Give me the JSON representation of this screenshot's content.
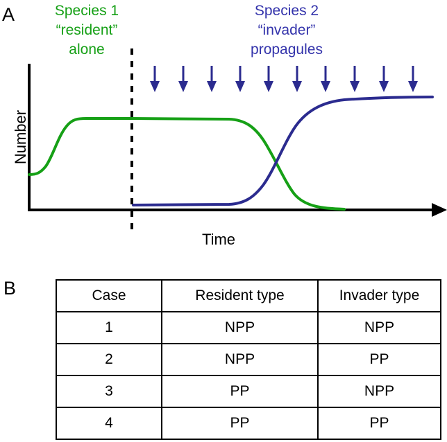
{
  "figure": {
    "panel_a_letter": "A",
    "panel_b_letter": "B"
  },
  "panel_a": {
    "species1_label": "Species 1\n“resident”\nalone",
    "species1_line1": "Species 1",
    "species1_line2": "“resident”",
    "species1_line3": "alone",
    "species2_line1": "Species 2",
    "species2_line2": "“invader”",
    "species2_line3": "propagules",
    "x_axis_label": "Time",
    "y_axis_label": "Number",
    "colors": {
      "resident_green": "#16a016",
      "invader_blue": "#2b2b8f",
      "label_blue": "#3333ab",
      "axis_black": "#000000"
    },
    "arrow_count": 10
  },
  "chart_data": {
    "type": "line",
    "title": "",
    "xlabel": "Time",
    "ylabel": "Number",
    "xlim": [
      0,
      100
    ],
    "ylim": [
      0,
      100
    ],
    "grid": false,
    "legend": "annotations",
    "annotations": [
      {
        "text": "Species 1 “resident” alone",
        "color": "#16a016",
        "region": "left of invasion line"
      },
      {
        "text": "Species 2 “invader” propagules",
        "color": "#3333ab",
        "region": "right of invasion line"
      },
      {
        "text": "invasion start (dashed vertical line)",
        "x": 25.5
      }
    ],
    "series": [
      {
        "name": "Species 1 (resident)",
        "color": "#16a016",
        "x": [
          0,
          3,
          7,
          11,
          15,
          20,
          25.5,
          35,
          45,
          55,
          60,
          65,
          70,
          75,
          80,
          85,
          90
        ],
        "y": [
          24,
          26,
          34,
          52,
          68,
          73,
          73,
          73,
          73,
          72,
          68,
          58,
          42,
          25,
          12,
          4,
          1
        ]
      },
      {
        "name": "Species 2 (invader)",
        "color": "#2b2b8f",
        "x": [
          25.5,
          35,
          45,
          50,
          55,
          60,
          65,
          70,
          75,
          80,
          85,
          90,
          95,
          100
        ],
        "y": [
          2,
          2,
          3,
          5,
          10,
          22,
          42,
          62,
          73,
          77,
          78,
          78,
          78,
          78
        ]
      }
    ],
    "propagule_arrows": {
      "count": 10,
      "color": "#2b2b8f",
      "x_positions": [
        30,
        40,
        49,
        59,
        69,
        79,
        89,
        99,
        109,
        119
      ],
      "direction": "down"
    }
  },
  "panel_b": {
    "table": {
      "headers": [
        "Case",
        "Resident type",
        "Invader type"
      ],
      "rows": [
        [
          "1",
          "NPP",
          "NPP"
        ],
        [
          "2",
          "NPP",
          "PP"
        ],
        [
          "3",
          "PP",
          "NPP"
        ],
        [
          "4",
          "PP",
          "PP"
        ]
      ]
    }
  }
}
